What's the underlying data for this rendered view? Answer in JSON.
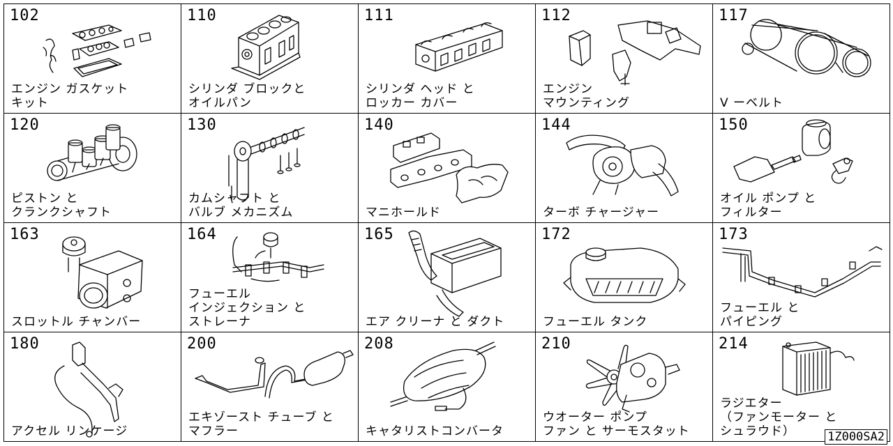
{
  "diagram": {
    "reference_code": "1Z000SA2",
    "cells": [
      {
        "code": "102",
        "label": "エンジン ガスケット\nキット",
        "icon": "gasket-kit-icon"
      },
      {
        "code": "110",
        "label": "シリンダ ブロックと\nオイルパン",
        "icon": "cylinder-block-icon"
      },
      {
        "code": "111",
        "label": "シリンダ ヘッド と\nロッカー カバー",
        "icon": "cylinder-head-icon"
      },
      {
        "code": "112",
        "label": "エンジン\nマウンティング",
        "icon": "engine-mount-icon"
      },
      {
        "code": "117",
        "label": "V ーベルト",
        "icon": "v-belt-icon"
      },
      {
        "code": "120",
        "label": "ピストン と\nクランクシャフト",
        "icon": "piston-crankshaft-icon"
      },
      {
        "code": "130",
        "label": "カムシャフト と\nバルブ メカニズム",
        "icon": "camshaft-icon"
      },
      {
        "code": "140",
        "label": "マニホールド",
        "icon": "manifold-icon"
      },
      {
        "code": "144",
        "label": "ターボ チャージャー",
        "icon": "turbocharger-icon"
      },
      {
        "code": "150",
        "label": "オイル ポンプ と\nフィルター",
        "icon": "oil-pump-filter-icon"
      },
      {
        "code": "163",
        "label": "スロットル チャンバー",
        "icon": "throttle-chamber-icon"
      },
      {
        "code": "164",
        "label": "フューエル\nインジェクション と\nストレーナ",
        "icon": "fuel-injection-icon"
      },
      {
        "code": "165",
        "label": "エア クリーナ と ダクト",
        "icon": "air-cleaner-icon"
      },
      {
        "code": "172",
        "label": "フューエル タンク",
        "icon": "fuel-tank-icon"
      },
      {
        "code": "173",
        "label": "フューエル と\nパイピング",
        "icon": "fuel-piping-icon"
      },
      {
        "code": "180",
        "label": "アクセル リンケージ",
        "icon": "accel-linkage-icon"
      },
      {
        "code": "200",
        "label": "エキゾースト チューブ と\nマフラー",
        "icon": "exhaust-muffler-icon"
      },
      {
        "code": "208",
        "label": "キャタリストコンバータ",
        "icon": "catalytic-converter-icon"
      },
      {
        "code": "210",
        "label": "ウオーター ポンプ\nファン と サーモスタット",
        "icon": "water-pump-fan-icon"
      },
      {
        "code": "214",
        "label": "ラジエター\n（ファンモーター と\nシュラウド）",
        "icon": "radiator-icon"
      }
    ]
  }
}
